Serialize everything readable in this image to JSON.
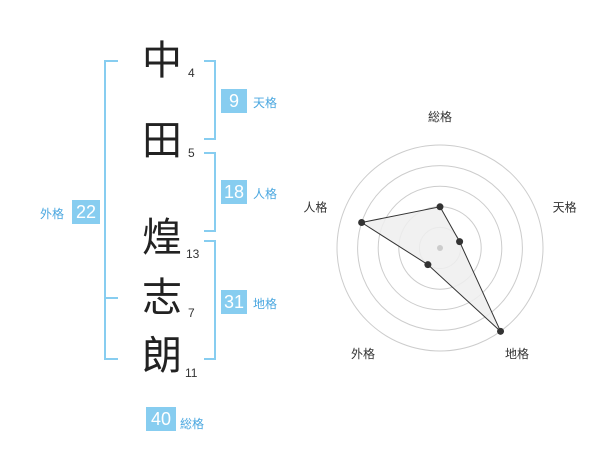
{
  "name": {
    "characters": [
      {
        "char": "中",
        "strokes": "4"
      },
      {
        "char": "田",
        "strokes": "5"
      },
      {
        "char": "煌",
        "strokes": "13"
      },
      {
        "char": "志",
        "strokes": "7"
      },
      {
        "char": "朗",
        "strokes": "11"
      }
    ]
  },
  "fortune": {
    "tenkaku": {
      "value": "9",
      "label": "天格"
    },
    "jinkaku": {
      "value": "18",
      "label": "人格"
    },
    "chikaku": {
      "value": "31",
      "label": "地格"
    },
    "gaikaku": {
      "value": "22",
      "label": "外格"
    },
    "soukaku": {
      "value": "40",
      "label": "総格"
    }
  },
  "chart_data": {
    "type": "radar",
    "axes": [
      "総格",
      "天格",
      "地格",
      "外格",
      "人格"
    ],
    "values": [
      2,
      1,
      5,
      1,
      4
    ],
    "rmax": 5,
    "colors": {
      "accent": "#87cdf0",
      "grid": "#cccccc",
      "polygon_fill": "#efefef",
      "line": "#333333"
    }
  }
}
